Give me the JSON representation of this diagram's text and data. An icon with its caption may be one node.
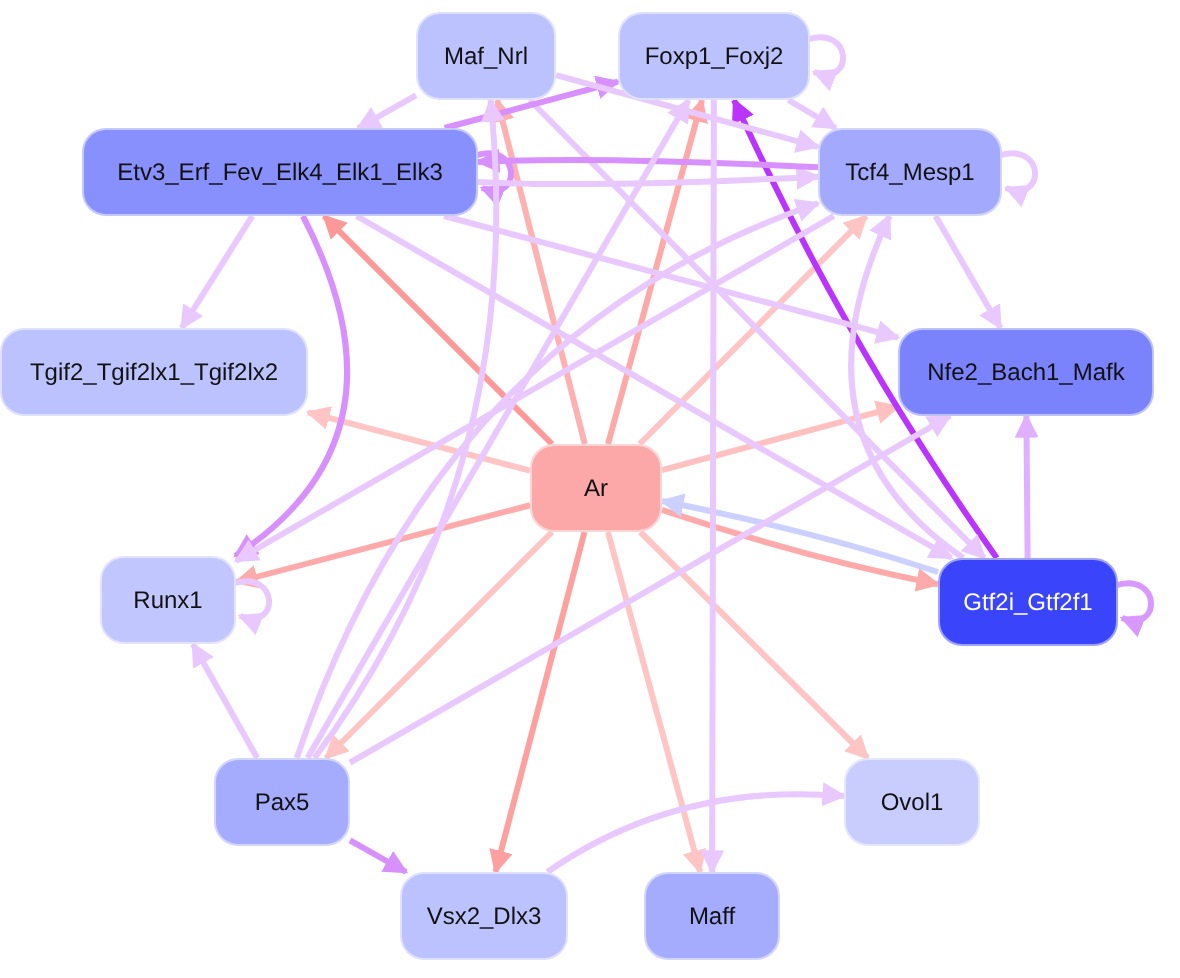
{
  "diagram": {
    "nodes": [
      {
        "text": [
          "Maf_Nrl"
        ]
      },
      {
        "text": [
          "Foxp1_Foxj2"
        ]
      },
      {
        "text": [
          "Etv3_Erf_Fev_Elk4_Elk1_Elk3"
        ]
      },
      {
        "text": [
          "Tcf4_Mesp1"
        ]
      },
      {
        "text": [
          "Tgif2_Tgif2lx1_Tgif2lx2"
        ]
      },
      {
        "text": [
          "Nfe2_Bach1_Mafk"
        ]
      },
      {
        "text": [
          "Ar"
        ]
      },
      {
        "text": [
          "Runx1"
        ]
      },
      {
        "text": [
          "Gtf2i_Gtf2f1"
        ]
      },
      {
        "text": [
          "Pax5"
        ]
      },
      {
        "text": [
          "Ovol1"
        ]
      },
      {
        "text": [
          "Vsx2_Dlx3"
        ]
      },
      {
        "text": [
          "Maff"
        ]
      }
    ],
    "edges": [
      {
        "from": 6,
        "to": 2,
        "arrow": "to",
        "color": "#ff9999"
      },
      {
        "from": 6,
        "to": 1,
        "arrow": "to",
        "color": "#ffa8a8"
      },
      {
        "from": 6,
        "to": 3,
        "arrow": "to",
        "color": "#ffc4c4"
      },
      {
        "from": 6,
        "to": 5,
        "arrow": "to",
        "color": "#ffc0c0"
      },
      {
        "from": 6,
        "to": 8,
        "arrow": "to",
        "color": "#ffaaaa"
      },
      {
        "from": 6,
        "to": 10,
        "arrow": "to",
        "color": "#ffc4c4"
      },
      {
        "from": 6,
        "to": 12,
        "arrow": "to",
        "color": "#ffc4c4"
      },
      {
        "from": 6,
        "to": 11,
        "arrow": "to",
        "color": "#ffa0a0"
      },
      {
        "from": 6,
        "to": 9,
        "arrow": "to",
        "color": "#ffc4c4"
      },
      {
        "from": 6,
        "to": 7,
        "arrow": "to",
        "color": "#ffaaaa"
      },
      {
        "from": 6,
        "to": 4,
        "arrow": "to",
        "color": "#ffc4c4"
      },
      {
        "from": 6,
        "to": 0,
        "arrow": "to",
        "color": "#ffb0b0"
      },
      {
        "from": 8,
        "to": 6,
        "arrow": "to",
        "color": "#ccd0ff"
      },
      {
        "from": 8,
        "to": 1,
        "arrow": "to",
        "color": "#bb33ff"
      },
      {
        "from": 8,
        "to": 5,
        "arrow": "to",
        "color": "#e0b0ff"
      },
      {
        "from": 8,
        "to": 8,
        "arrow": "to",
        "color": "#d898ff"
      },
      {
        "from": 8,
        "to": 3,
        "arrow": "to"
      },
      {
        "from": 2,
        "to": 8,
        "arrow": "to"
      },
      {
        "from": 0,
        "to": 8,
        "arrow": "to"
      },
      {
        "from": 2,
        "to": 4,
        "arrow": "to"
      },
      {
        "from": 2,
        "to": 7,
        "arrow": "to",
        "color": "#d890ff"
      },
      {
        "from": 2,
        "to": 2,
        "arrow": "to",
        "color": "#d890ff"
      },
      {
        "from": 2,
        "to": 1,
        "arrow": "to",
        "color": "#d890ff"
      },
      {
        "from": 2,
        "to": 3,
        "arrow": "to"
      },
      {
        "from": 2,
        "to": 5,
        "arrow": "to"
      },
      {
        "from": 0,
        "to": 2,
        "arrow": "to"
      },
      {
        "from": 3,
        "to": 2,
        "arrow": "to",
        "color": "#d890ff"
      },
      {
        "from": 0,
        "to": 3,
        "arrow": "to"
      },
      {
        "from": 1,
        "to": 1,
        "arrow": "to"
      },
      {
        "from": 1,
        "to": 3,
        "arrow": "to"
      },
      {
        "from": 1,
        "to": 12,
        "arrow": "to"
      },
      {
        "from": 3,
        "to": 3,
        "arrow": "to"
      },
      {
        "from": 3,
        "to": 5,
        "arrow": "to"
      },
      {
        "from": 9,
        "to": 7,
        "arrow": "to"
      },
      {
        "from": 9,
        "to": 11,
        "arrow": "to",
        "color": "#d890ff"
      },
      {
        "from": 9,
        "to": 0,
        "arrow": "to"
      },
      {
        "from": 9,
        "to": 1,
        "arrow": "to"
      },
      {
        "from": 9,
        "to": 3,
        "arrow": "to"
      },
      {
        "from": 9,
        "to": 5,
        "arrow": "to"
      },
      {
        "from": 7,
        "to": 7,
        "arrow": "to"
      },
      {
        "from": 3,
        "to": 7,
        "arrow": "to"
      },
      {
        "from": 11,
        "to": 10,
        "arrow": "to"
      }
    ]
  }
}
